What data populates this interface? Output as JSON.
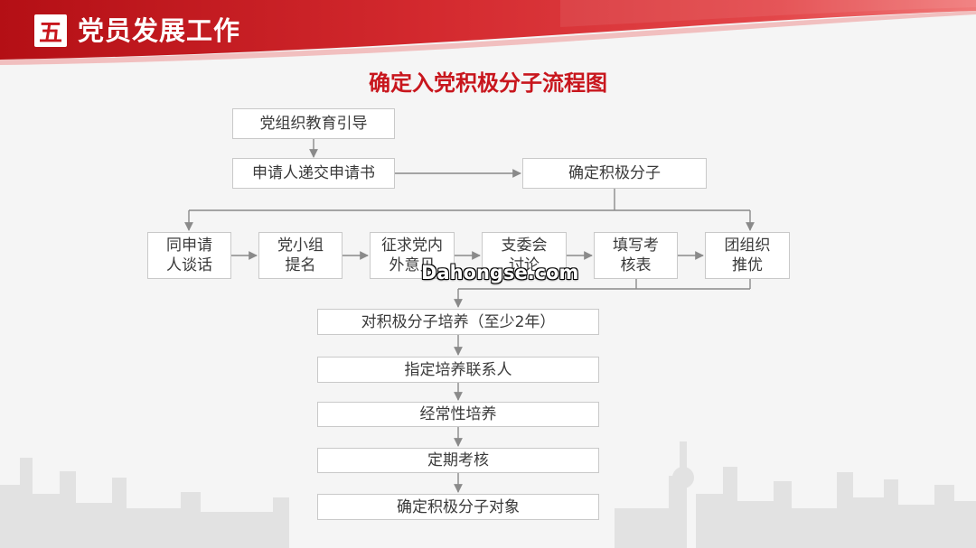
{
  "header": {
    "section_badge": "五",
    "section_title": "党员发展工作"
  },
  "title": "确定入党积极分子流程图",
  "nodes": {
    "education": "党组织教育引导",
    "application": "申请人递交申请书",
    "determine": "确定积极分子",
    "talk": "同申请\n人谈话",
    "nominate": "党小组\n提名",
    "solicit": "征求党内\n外意见",
    "committee": "支委会\n讨论",
    "fill_form": "填写考\n核表",
    "league": "团组织\n推优",
    "training": "对积极分子培养（至少2年）",
    "contact": "指定培养联系人",
    "regular": "经常性培养",
    "assessment": "定期考核",
    "target": "确定积极分子对象"
  },
  "watermark": "Dahongse.com",
  "colors": {
    "accent": "#c8161d",
    "line": "#8a8a8a",
    "box_border": "#c9c9c9"
  }
}
